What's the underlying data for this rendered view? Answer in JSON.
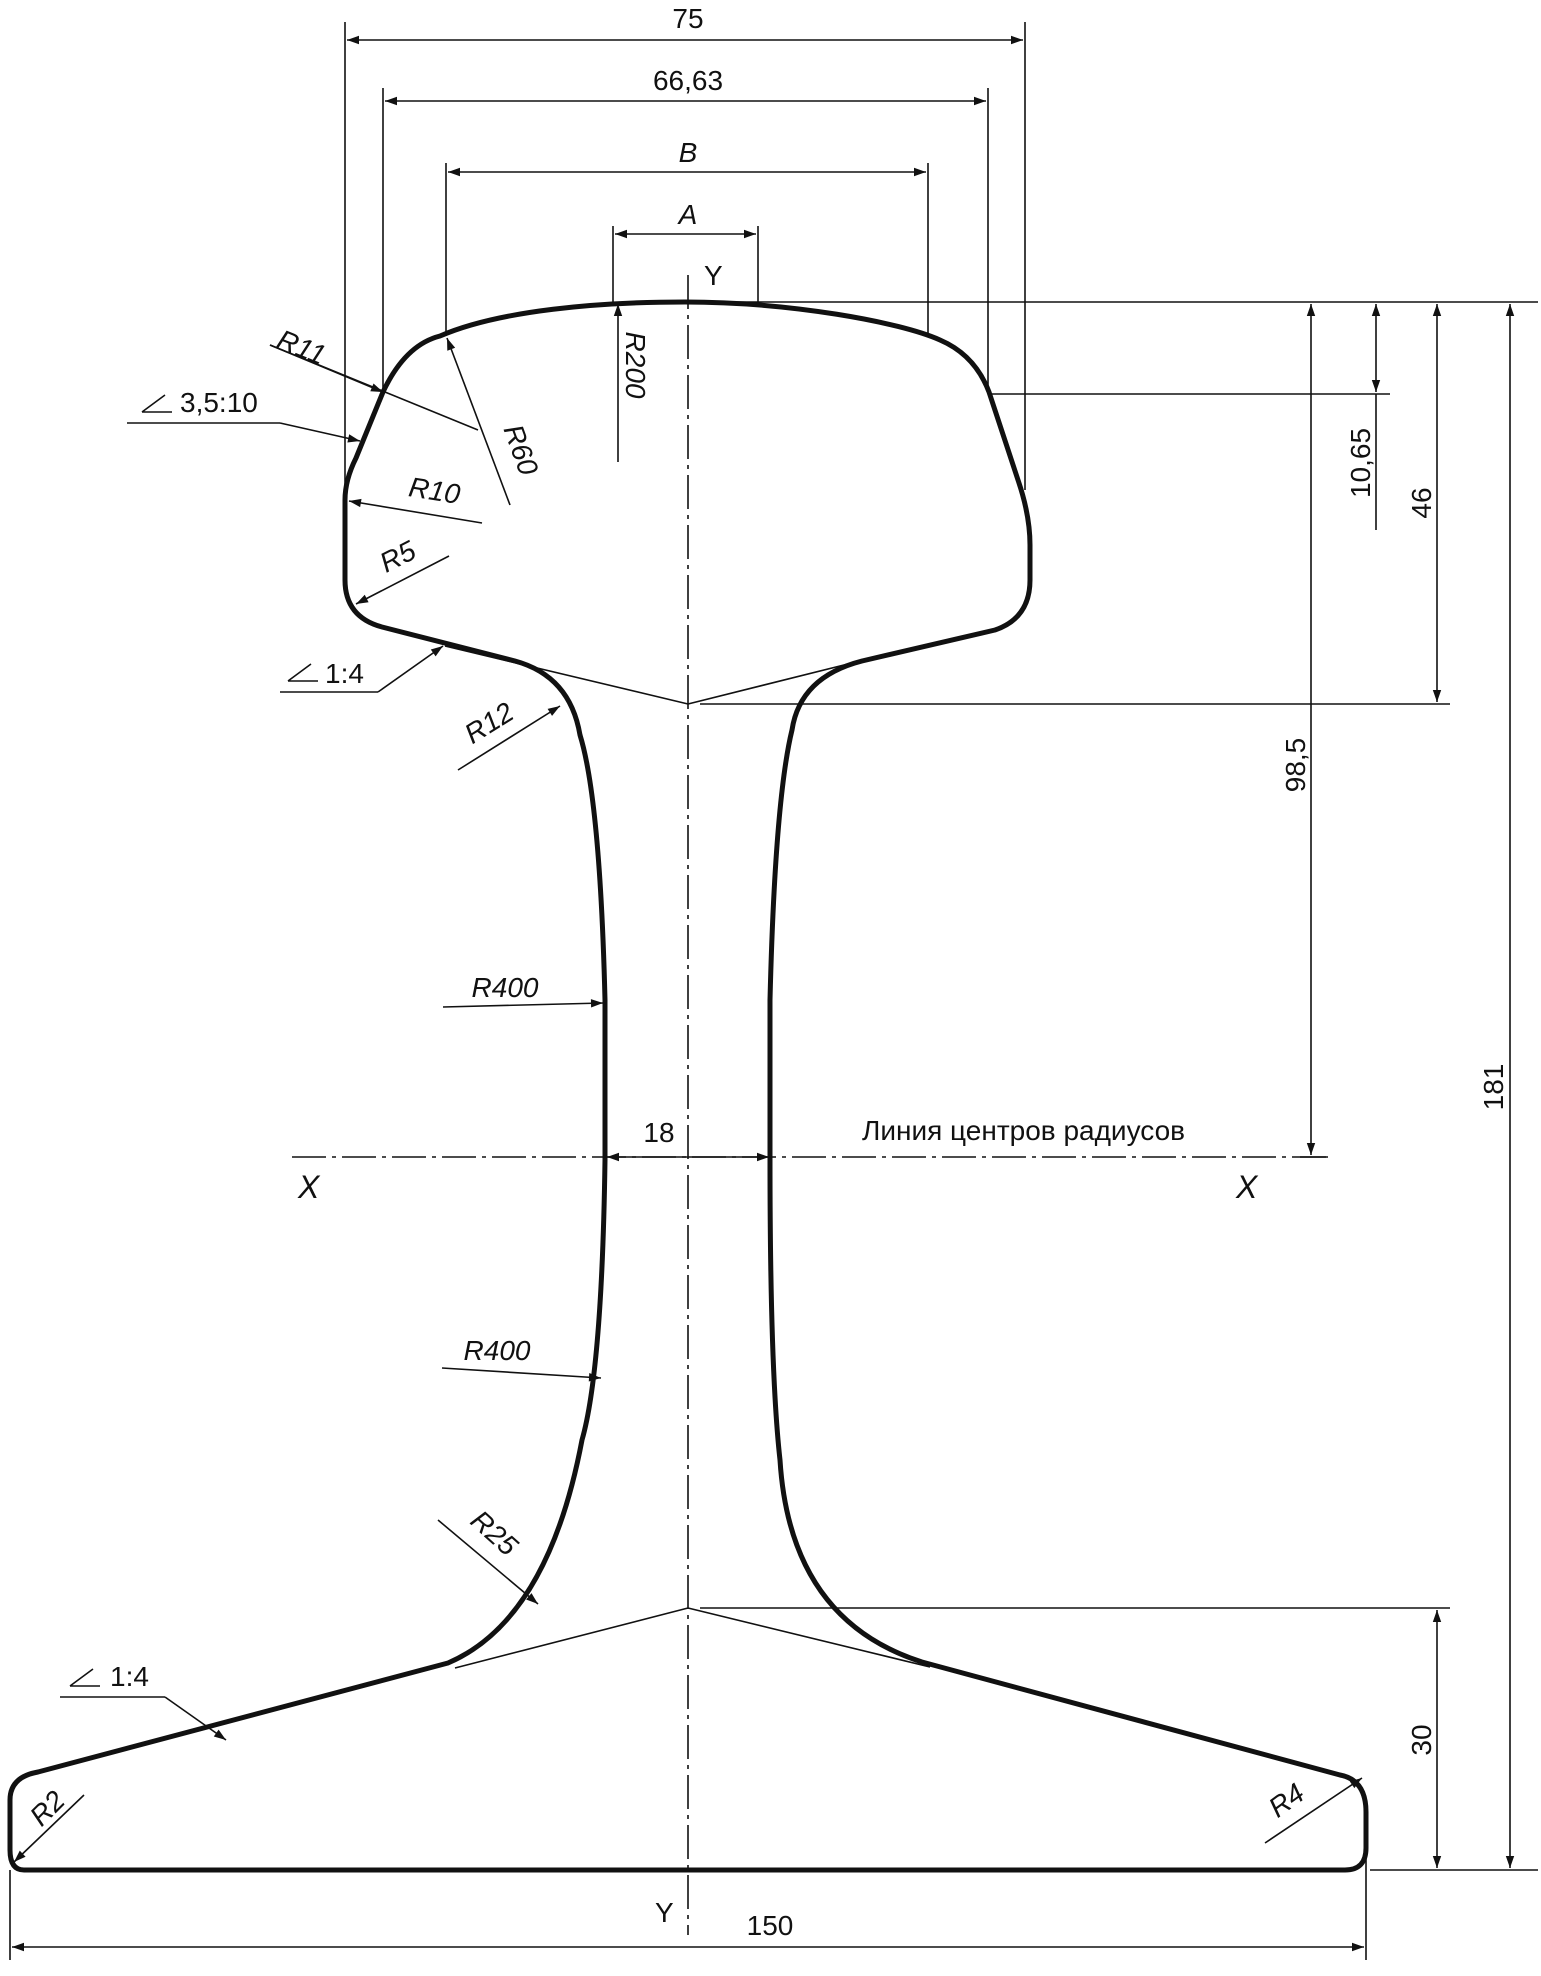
{
  "dimensions": {
    "head_width": "75",
    "width_66": "66,63",
    "width_b": "B",
    "width_a": "A",
    "web_width": "18",
    "base_width": "150",
    "total_height": "181",
    "height_46": "46",
    "height_10_65": "10,65",
    "height_98_5": "98,5",
    "base_height": "30"
  },
  "radii": {
    "r200": "R200",
    "r11": "R11",
    "r60": "R60",
    "r10": "R10",
    "r5": "R5",
    "r12": "R12",
    "r400_upper": "R400",
    "r400_lower": "R400",
    "r25": "R25",
    "r2": "R2",
    "r4": "R4"
  },
  "slopes": {
    "head_side": "3,5:10",
    "head_underside": "1:4",
    "base_top": "1:4"
  },
  "axes": {
    "y_top": "Y",
    "y_bottom": "Y",
    "x_left": "X",
    "x_right": "X",
    "centers_line": "Линия центров радиусов"
  }
}
